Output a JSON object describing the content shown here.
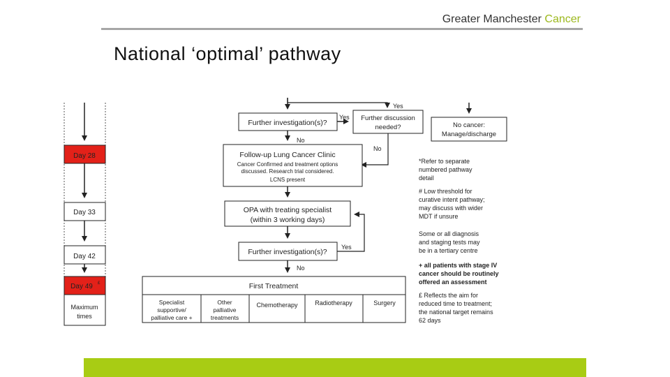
{
  "header": {
    "brand_prefix": "Greater Manchester",
    "brand_accent": "Cancer",
    "title": "National ‘optimal’ pathway"
  },
  "colors": {
    "brand_green": "#9cb81d",
    "footer_bar": "#a8cc14",
    "day_highlight": "#e32119",
    "header_rule": "#a6a6a6"
  },
  "timeline": {
    "days": [
      {
        "label": "Day 28",
        "highlight": true
      },
      {
        "label": "Day 33",
        "highlight": false
      },
      {
        "label": "Day 42",
        "highlight": false
      },
      {
        "label": "Day 49",
        "sup": "£",
        "highlight": true
      }
    ],
    "max_label": [
      "Maximum",
      "times"
    ]
  },
  "flow": {
    "further_investigation_1": "Further investigation(s)?",
    "further_discussion": [
      "Further discussion",
      "needed?"
    ],
    "no_cancer": [
      "No cancer:",
      "Manage/discharge"
    ],
    "lcc": {
      "title": "Follow-up Lung Cancer Clinic",
      "lines": [
        "Cancer Confirmed and treatment options",
        "discussed. Research trial considered.",
        "LCNS present"
      ]
    },
    "opa": [
      "OPA with treating specialist",
      "(within 3 working days)"
    ],
    "further_investigation_2": "Further investigation(s)?",
    "yes": "Yes",
    "no": "No",
    "first_treatment": "First Treatment",
    "treatments": {
      "specialist": [
        "Specialist",
        "supportive/",
        "palliative care +"
      ],
      "other": [
        "Other",
        "palliative",
        "treatments"
      ],
      "chemo": "Chemotherapy",
      "radio": "Radiotherapy",
      "surgery": "Surgery"
    }
  },
  "notes": {
    "ref": [
      "*Refer to separate",
      "numbered pathway",
      "detail"
    ],
    "low": [
      "# Low threshold for",
      "curative intent pathway;",
      "may discuss with wider",
      "MDT if unsure"
    ],
    "tertiary": [
      "Some or all diagnosis",
      "and staging tests may",
      "be in a tertiary centre"
    ],
    "stage": [
      "+ all patients with stage IV",
      "cancer should be routinely",
      "offered an assessment"
    ],
    "pound": [
      "£ Reflects the aim for",
      "reduced time to treatment;",
      "the national target remains",
      "62 days"
    ]
  }
}
